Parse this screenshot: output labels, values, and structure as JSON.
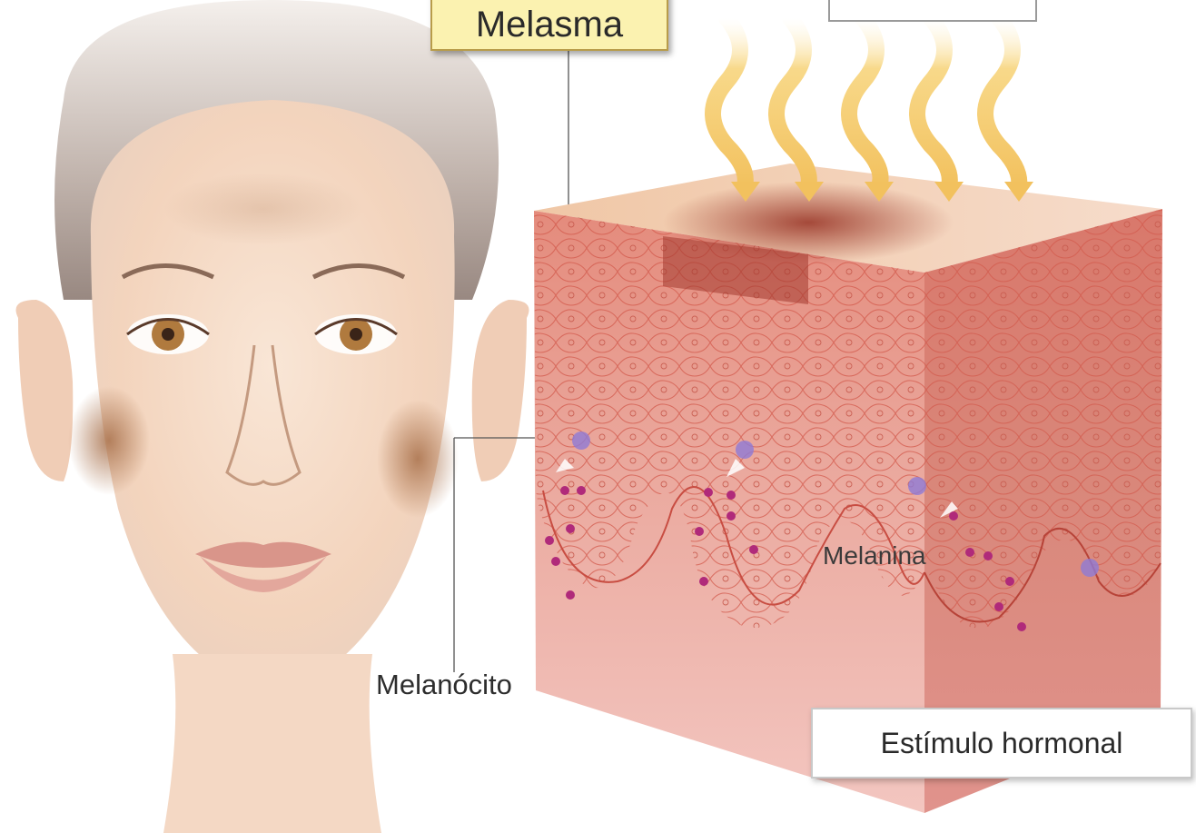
{
  "labels": {
    "melasma": "Melasma",
    "melanocito": "Melanócito",
    "melanina": "Melanina",
    "estimulo_hormonal": "Estímulo hormonal",
    "top_right": ""
  },
  "colors": {
    "skin_face": "#f6dcc6",
    "melasma_patch": "#a8704a",
    "epidermis": "#e9a59a",
    "dermis": "#f2c2bc",
    "uv_rays": "#f7d27a",
    "melanin_granule": "#b02a7a",
    "label_yellow": "#fbf2b0"
  }
}
